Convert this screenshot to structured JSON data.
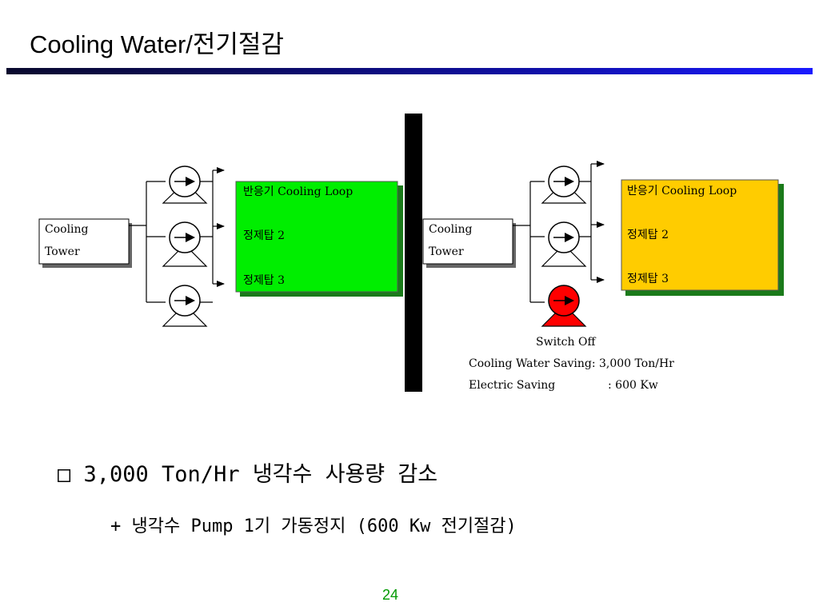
{
  "title": "Cooling Water/전기절감",
  "left_panel": {
    "source_line1": "Cooling",
    "source_line2": "Tower",
    "loop_items": [
      "반응기 Cooling Loop",
      "정제탑  2",
      "정제탑 3"
    ],
    "loop_color": "#00ee00"
  },
  "right_panel": {
    "source_line1": "Cooling",
    "source_line2": "Tower",
    "loop_items": [
      "반응기 Cooling Loop",
      "정제탑  2",
      "정제탑  3"
    ],
    "loop_color": "#ffcc00",
    "switch_off_label": "Switch Off",
    "saving_water": "Cooling  Water  Saving:  3,000  Ton/Hr",
    "saving_electric_label": "Electric  Saving",
    "saving_electric_value": ":  600  Kw"
  },
  "colors": {
    "pump_off": "#ff0000",
    "shadow": "#1a7a1a",
    "divider": "#000000",
    "page_number": "#009900"
  },
  "bullet": "□ 3,000 Ton/Hr 냉각수 사용량 감소",
  "sub_bullet": "+ 냉각수 Pump 1기 가동정지 (600 Kw 전기절감)",
  "page_number": "24"
}
